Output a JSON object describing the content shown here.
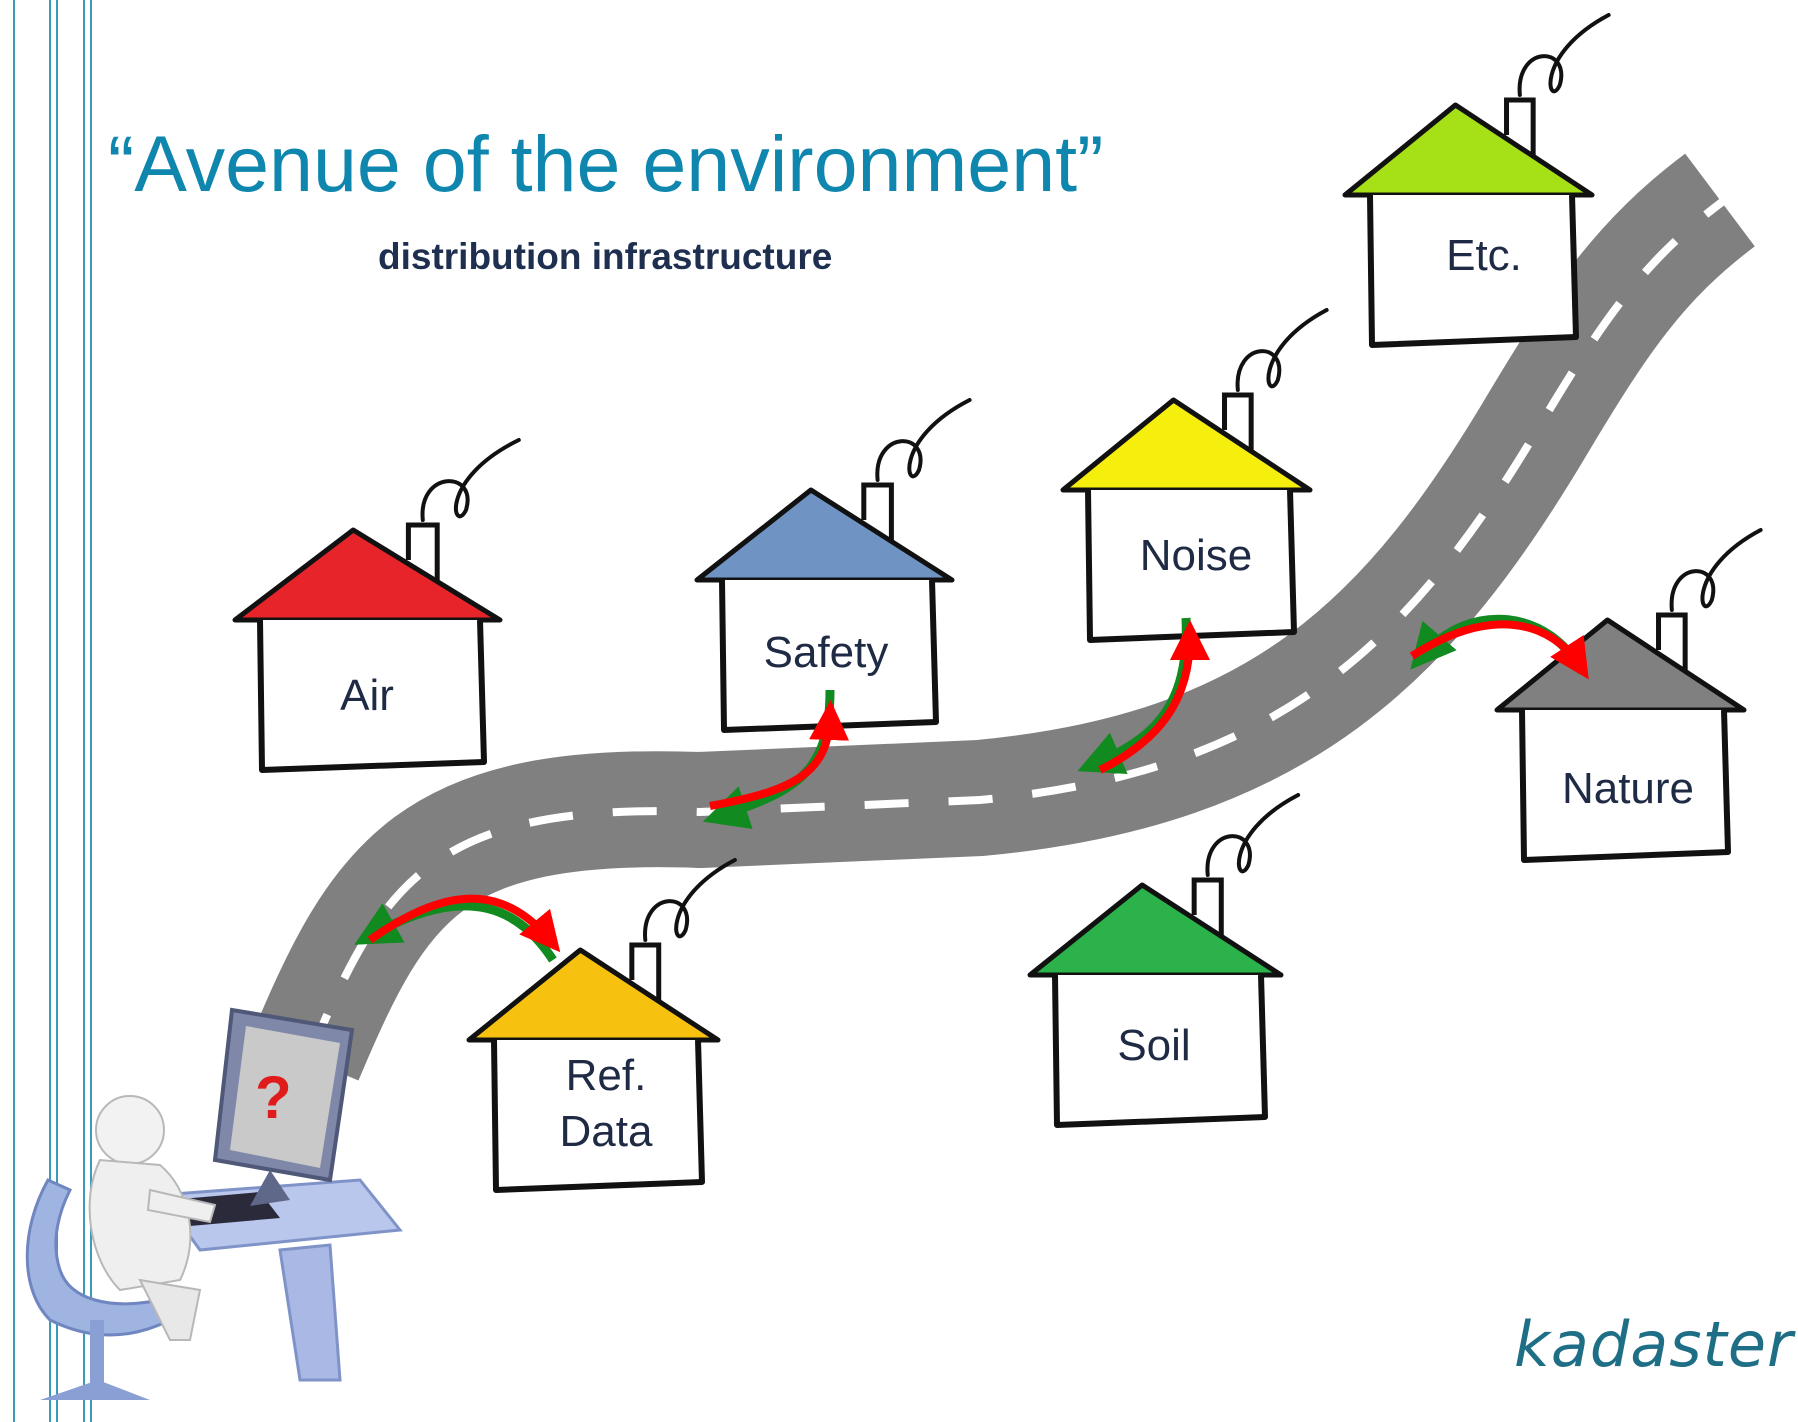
{
  "title": "“Avenue of the environment”",
  "subtitle": "distribution infrastructure",
  "logo_text": "kadaster",
  "computer_screen_text": "?",
  "houses": [
    {
      "id": "air",
      "label_lines": [
        "Air"
      ],
      "roof_color": "#e8242b"
    },
    {
      "id": "safety",
      "label_lines": [
        "Safety"
      ],
      "roof_color": "#6f93c2"
    },
    {
      "id": "noise",
      "label_lines": [
        "Noise"
      ],
      "roof_color": "#f6ee0c"
    },
    {
      "id": "etc",
      "label_lines": [
        "Etc."
      ],
      "roof_color": "#a6e017"
    },
    {
      "id": "nature",
      "label_lines": [
        "Nature"
      ],
      "roof_color": "#808080"
    },
    {
      "id": "soil",
      "label_lines": [
        "Soil"
      ],
      "roof_color": "#2bb24a"
    },
    {
      "id": "ref-data",
      "label_lines": [
        "Ref.",
        "Data"
      ],
      "roof_color": "#f7c20f"
    }
  ],
  "colors": {
    "road": "#808080",
    "title_blue": "#0e86ad",
    "arrow_red": "#ff0000",
    "arrow_green": "#118a1f"
  }
}
